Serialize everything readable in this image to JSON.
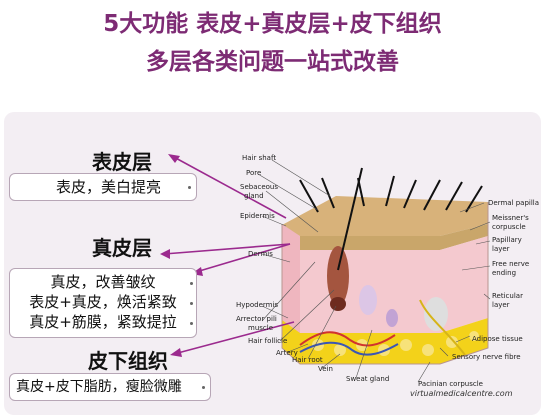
{
  "headline": {
    "line1": "5大功能 表皮+真皮层+皮下组织",
    "line2": "多层各类问题一站式改善"
  },
  "sections": [
    {
      "title": "表皮层",
      "lines": [
        "表皮，美白提亮"
      ]
    },
    {
      "title": "真皮层",
      "lines": [
        "真皮，改善皱纹",
        "表皮+真皮，焕活紧致",
        "真皮+筋膜，紧致提拉"
      ]
    },
    {
      "title": "皮下组织",
      "lines": [
        "真皮+皮下脂肪，瘦脸微雕"
      ]
    }
  ],
  "diagram_labels": {
    "hair_shaft": "Hair shaft",
    "pore": "Pore",
    "sebaceous_gland_1": "Sebaceous",
    "sebaceous_gland_2": "gland",
    "epidermis": "Epidermis",
    "dermis": "Dermis",
    "hypodermis": "Hypodermis",
    "arrector_pili_1": "Arrector pili",
    "arrector_pili_2": "muscle",
    "hair_follicle": "Hair follicle",
    "artery": "Artery",
    "hair_root": "Hair root",
    "vein": "Vein",
    "sweat_gland": "Sweat gland",
    "pacinian_corpuscle": "Pacinian corpuscle",
    "dermal_papilla": "Dermal papilla",
    "meissners_corpuscle_1": "Meissner's",
    "meissners_corpuscle_2": "corpuscle",
    "papillary_layer_1": "Papillary",
    "papillary_layer_2": "layer",
    "free_nerve_1": "Free nerve",
    "free_nerve_2": "ending",
    "reticular_layer_1": "Reticular",
    "reticular_layer_2": "layer",
    "adipose_tissue": "Adipose tissue",
    "sensory_nerve": "Sensory nerve fibre",
    "watermark": "virtualmedicalcentre.com"
  },
  "colors": {
    "headline": "#7d2b74",
    "arrow": "#9b2a8e",
    "panel": "#f3eef3",
    "fat": "#f3d21a",
    "dermis": "#f4c9cf",
    "epidermis": "#c9a66a"
  }
}
